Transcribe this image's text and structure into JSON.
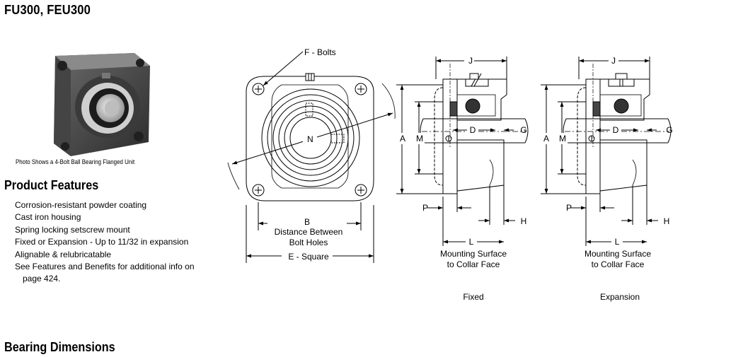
{
  "page": {
    "title": "FU300, FEU300"
  },
  "photo": {
    "caption": "Photo Shows a 4-Bolt Ball Bearing Flanged Unit"
  },
  "features": {
    "heading": "Product Features",
    "items": [
      "Corrosion-resistant powder coating",
      "Cast iron housing",
      "Spring locking setscrew mount",
      "Fixed or Expansion - Up to 11/32 in expansion",
      "Alignable & relubricatable",
      "See Features and Benefits for additional info on",
      "page 424."
    ]
  },
  "drawing": {
    "front": {
      "bolts_label": "F - Bolts",
      "n_label": "N",
      "b_label": "B",
      "b_caption_1": "Distance Between",
      "b_caption_2": "Bolt Holes",
      "e_label": "E - Square"
    },
    "side_labels": {
      "j": "J",
      "a": "A",
      "m": "M",
      "d": "D",
      "g": "G",
      "p": "P",
      "h": "H",
      "l": "L",
      "mount_1": "Mounting Surface",
      "mount_2": "to Collar Face"
    },
    "fixed_label": "Fixed",
    "expansion_label": "Expansion"
  },
  "bearing": {
    "heading": "Bearing Dimensions"
  }
}
